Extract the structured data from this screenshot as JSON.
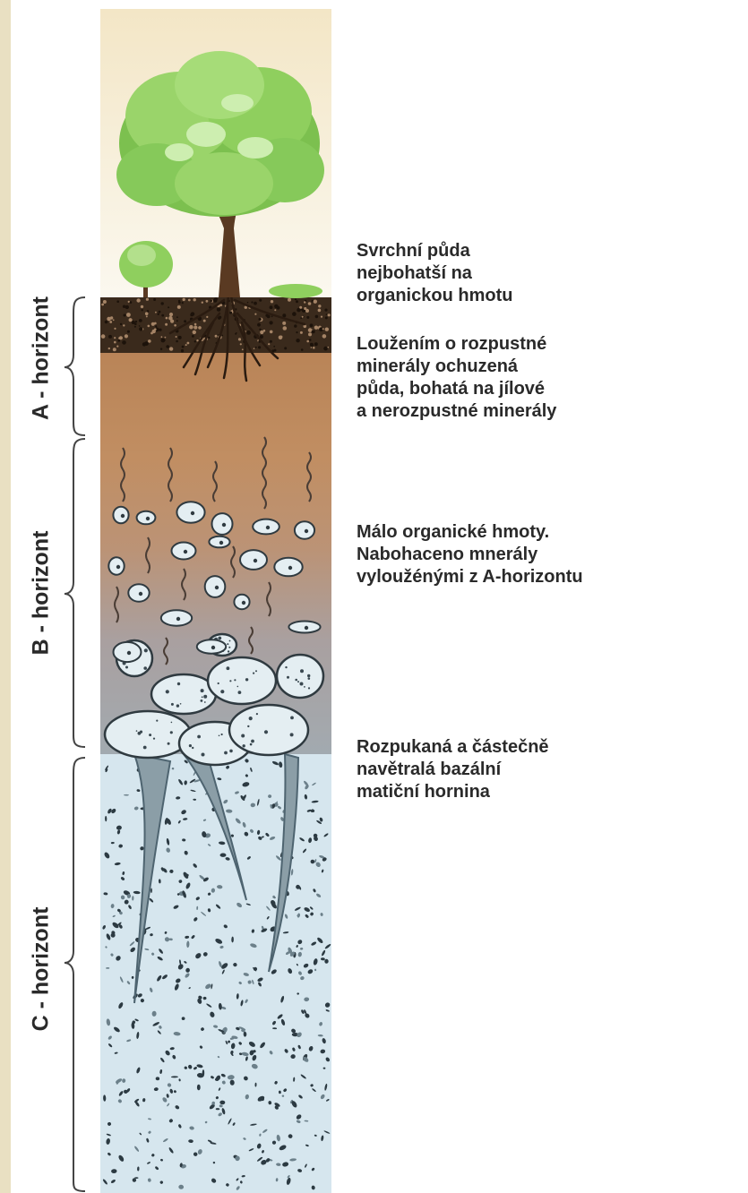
{
  "colors": {
    "background": "#e9e0c2",
    "foliage": "#8fcf5e",
    "trunk": "#5a3a22",
    "topsoil": "#3a2a1c",
    "a_horizon": "#b98559",
    "b_horizon": "#a5a9ad",
    "c_horizon": "#d6e6ee"
  },
  "horizons": [
    {
      "label": "A - horizont"
    },
    {
      "label": "B - horizont"
    },
    {
      "label": "C - horizont"
    }
  ],
  "descriptions": [
    {
      "text": "Svrchní půda\nnejbohatší na\norganickou hmotu"
    },
    {
      "text": "Loužením o rozpustné\nminerály ochuzená\npůda, bohatá na jílové\na nerozpustné minerály"
    },
    {
      "text": "Málo organické hmoty.\nNabohaceno mnerály\nvyloužénými z A-horizontu"
    },
    {
      "text": "Rozpukaná a částečně\nnavětralá bazální\nmatiční hornina"
    }
  ]
}
